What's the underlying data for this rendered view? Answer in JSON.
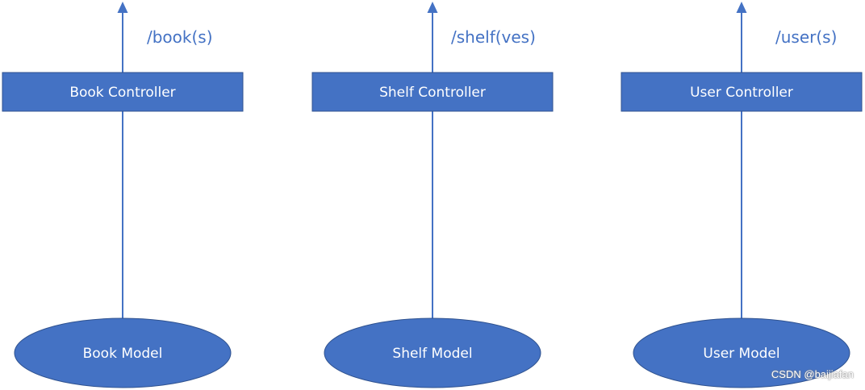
{
  "colors": {
    "box_fill": "#4472c4",
    "box_stroke": "#2f528f",
    "arrow": "#4472c4",
    "route_text": "#4472c4",
    "label_text": "#ffffff"
  },
  "columns": [
    {
      "id": "book",
      "route": "/book(s)",
      "controller_label": "Book Controller",
      "model_label": "Book Model"
    },
    {
      "id": "shelf",
      "route": "/shelf(ves)",
      "controller_label": "Shelf Controller",
      "model_label": "Shelf Model"
    },
    {
      "id": "user",
      "route": "/user(s)",
      "controller_label": "User Controller",
      "model_label": "User Model"
    }
  ],
  "watermark": "CSDN @baijiafan"
}
